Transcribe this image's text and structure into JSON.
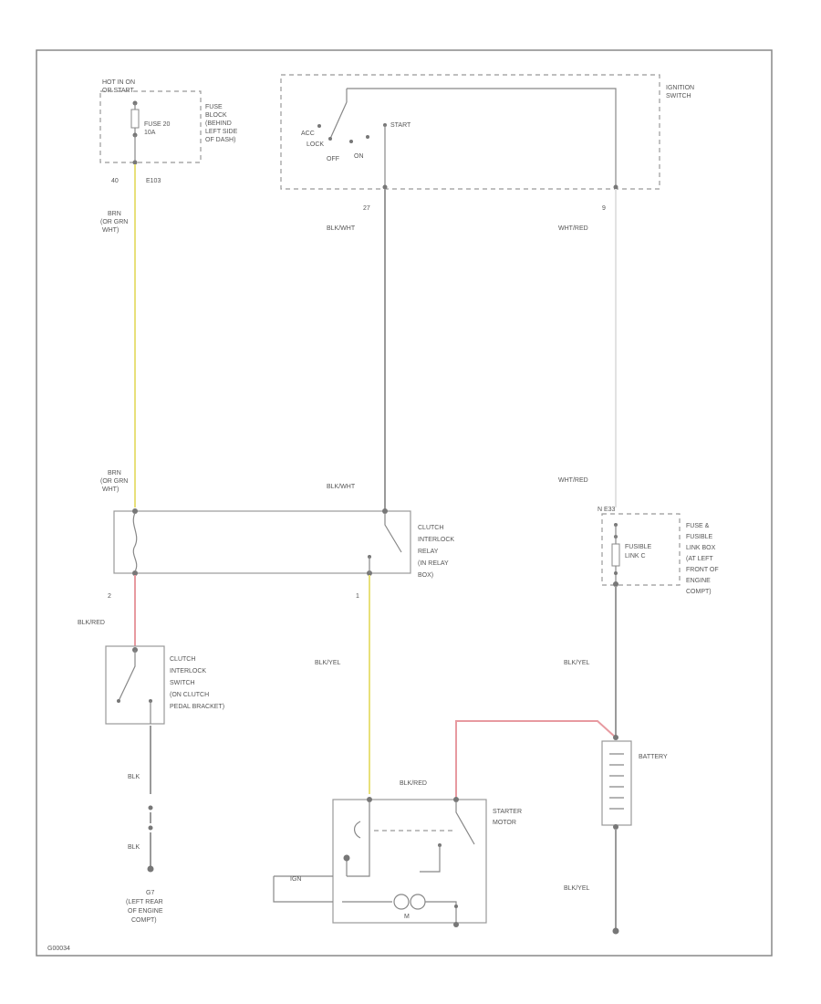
{
  "colors": {
    "wire_gray": "#9a9a9a",
    "wire_yellow": "#e8e07a",
    "wire_pink": "#e79aa0",
    "wire_white": "#f0f0f0",
    "border": "#888888"
  },
  "fuse_block": {
    "hot_label_1": "HOT IN ON",
    "hot_label_2": "OR START",
    "fuse_label_1": "FUSE 20",
    "fuse_label_2": "10A",
    "desc": [
      "FUSE",
      "BLOCK",
      "(BEHIND",
      "LEFT SIDE",
      "OF DASH)"
    ],
    "pin_left": "40",
    "pin_right": "E103"
  },
  "ignition_switch": {
    "name": [
      "IGNITION",
      "SWITCH"
    ],
    "acc": "ACC",
    "lock": "LOCK",
    "off": "OFF",
    "on": "ON",
    "start": "START",
    "pin_left": "27",
    "pin_right": "9"
  },
  "wires": {
    "brn_top": [
      "BRN",
      "(OR GRN",
      "WHT)"
    ],
    "brn_mid": [
      "BRN",
      "(OR GRN",
      "WHT)"
    ],
    "blk_wht_top": "BLK/WHT",
    "blk_wht_mid": "BLK/WHT",
    "wht_red_top": "WHT/RED",
    "wht_red_mid": "WHT/RED",
    "blk_red_left": "BLK/RED",
    "blk_yel_mid": "BLK/YEL",
    "blk_yel_right": "BLK/YEL",
    "blk_red_starter": "BLK/RED",
    "blk_yel_bottom": "BLK/YEL",
    "blk_1": "BLK",
    "blk_2": "BLK"
  },
  "relay": {
    "name": [
      "CLUTCH",
      "INTERLOCK",
      "RELAY",
      "(IN RELAY",
      "BOX)"
    ],
    "pin_left": "2",
    "pin_right": "1"
  },
  "clutch_switch": {
    "name": [
      "CLUTCH",
      "INTERLOCK",
      "SWITCH",
      "(ON CLUTCH",
      "PEDAL BRACKET)"
    ]
  },
  "ground": {
    "name": [
      "G7",
      "(LEFT REAR",
      "OF ENGINE",
      "COMPT)"
    ]
  },
  "fusible_link": {
    "top_label": "N  E33",
    "name": [
      "FUSIBLE",
      "LINK C"
    ],
    "desc": [
      "FUSE &",
      "FUSIBLE",
      "LINK BOX",
      "(AT LEFT",
      "FRONT OF",
      "ENGINE",
      "COMPT)"
    ]
  },
  "battery": {
    "name": "BATTERY"
  },
  "starter": {
    "name": [
      "STARTER",
      "MOTOR"
    ],
    "ign_label": "IGN",
    "m_label": "M"
  },
  "footer": {
    "code": "G00034"
  }
}
